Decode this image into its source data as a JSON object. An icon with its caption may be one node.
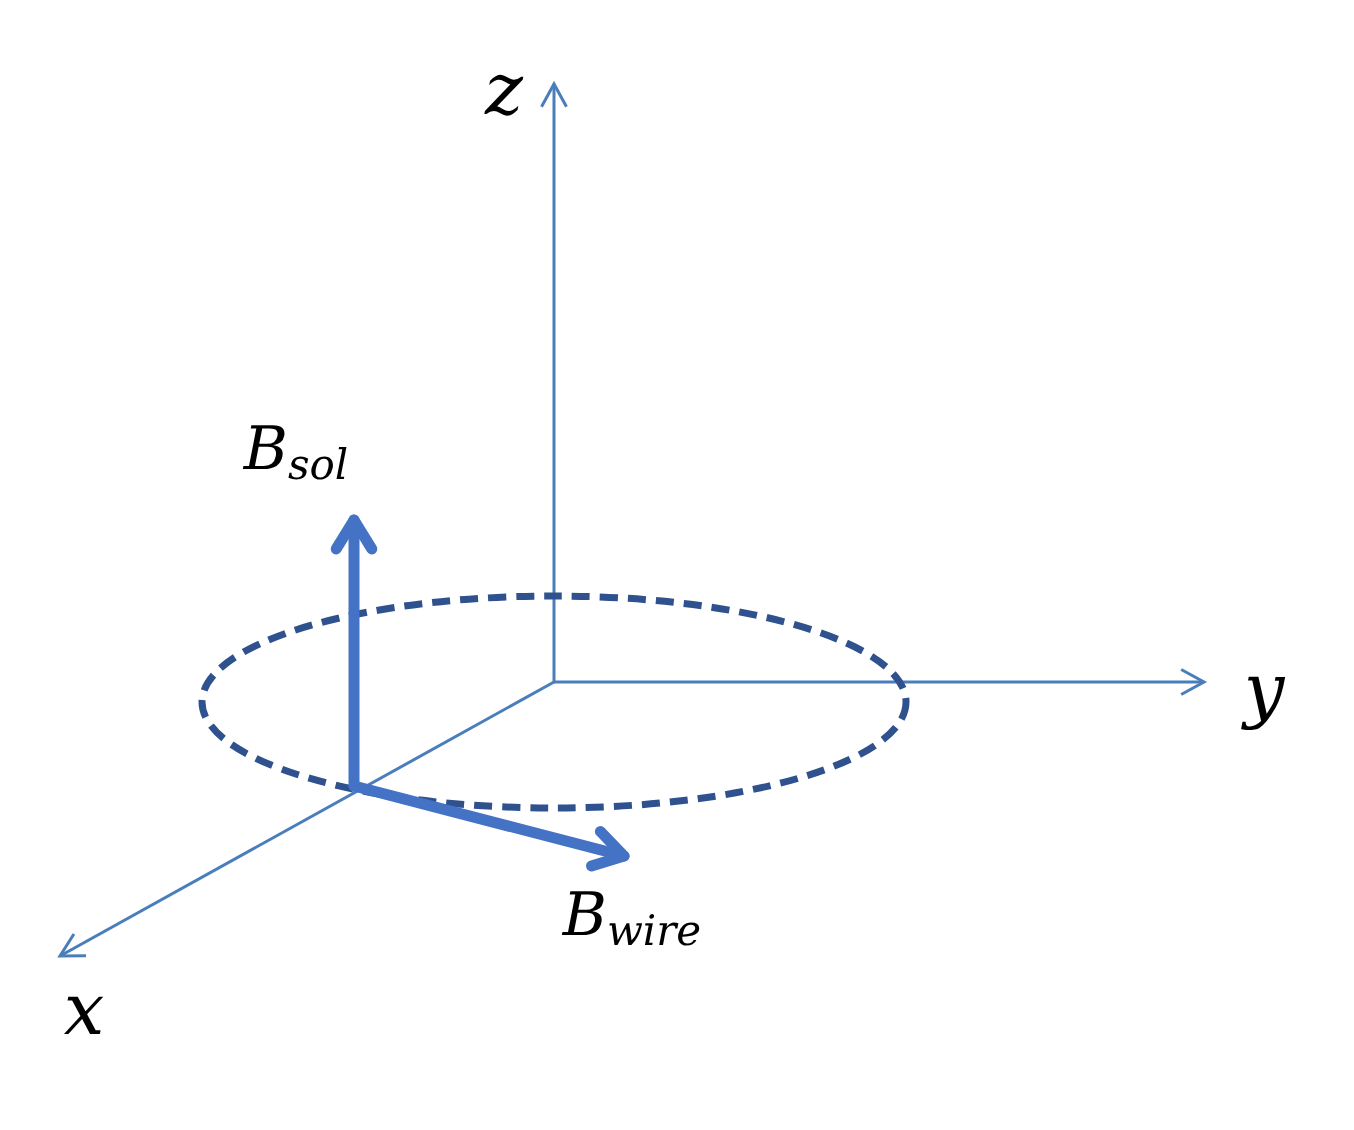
{
  "diagram": {
    "nodes": [
      {
        "text": [],
        "shape": "ellipse"
      }
    ],
    "labels": [
      "z",
      "B$_{sol}$",
      "y",
      "B$_{wire}$",
      "x"
    ]
  }
}
